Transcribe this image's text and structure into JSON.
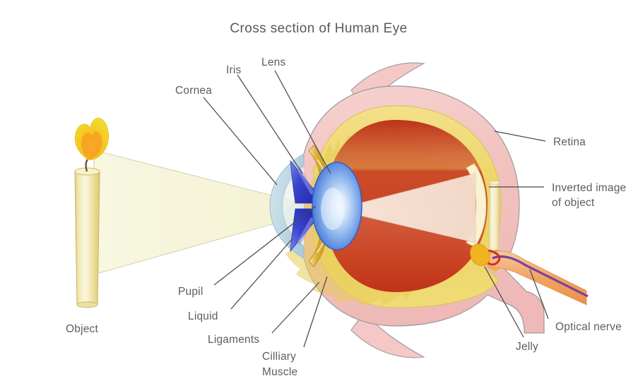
{
  "figure": {
    "title": "Cross section of Human Eye",
    "subject": "human-eye-cross-section",
    "background_color": "#ffffff"
  },
  "labels": {
    "cornea": "Cornea",
    "iris": "Iris",
    "lens": "Lens",
    "retina": "Retina",
    "inverted_image_line1": "Inverted image",
    "inverted_image_line2": "of object",
    "pupil": "Pupil",
    "liquid": "Liquid",
    "ligaments": "Ligaments",
    "cilliary_line1": "Cilliary",
    "cilliary_line2": "Muscle",
    "jelly": "Jelly",
    "optical_nerve": "Optical nerve",
    "object": "Object"
  },
  "colors": {
    "title_text": "#5a5a5a",
    "label_text": "#5d5d5d",
    "leader_line": "#4a4a4a",
    "sclera_pink": "#f3c3c3",
    "sclera_pink_light": "#f8d8d6",
    "choroid_yellow": "#f0dc6e",
    "choroid_yellow_deep": "#e8cf4f",
    "vitreous_red_top": "#c13a1f",
    "vitreous_red_mid": "#cf5436",
    "vitreous_red_bottom": "#c9401f",
    "cornea_blue": "#bcd9e6",
    "cornea_blue_pale": "#d6e8ef",
    "iris_blue": "#2f36c8",
    "iris_blue_light": "#6f7ae0",
    "lens_blue": "#4f7fe0",
    "lens_blue_light": "#9fc2f2",
    "lens_highlight": "#eef5fd",
    "ciliary_gold": "#d9a92e",
    "ciliary_gold_light": "#f2dc8a",
    "candle_wax": "#f6efc0",
    "candle_wax_shade": "#e8d98a",
    "flame_outer": "#f5d430",
    "flame_inner": "#f59a20",
    "wick": "#6b5330",
    "light_beam_outer": "#f7f6dd",
    "light_beam_inner": "#f7e2d4",
    "nerve_sheath": "#f4cfcb",
    "nerve_tan": "#f0a868",
    "nerve_purple": "#7a3f9e",
    "nerve_red": "#d02b28",
    "outline": "#8d8d8d"
  },
  "optics": {
    "object_label": "Object",
    "image_orientation": "inverted",
    "ray_path": "object -> cornea -> pupil -> lens -> vitreous -> retina"
  }
}
